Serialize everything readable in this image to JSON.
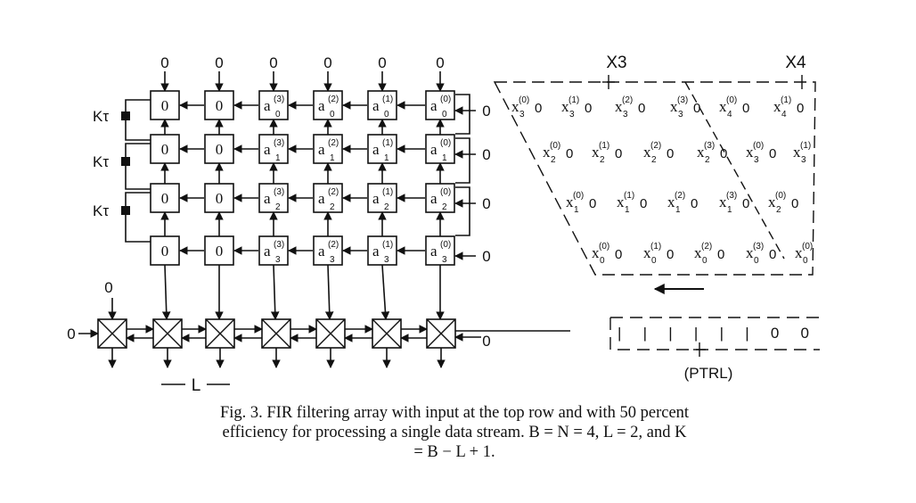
{
  "diagram": {
    "top_outputs": [
      "0",
      "0",
      "0",
      "0",
      "0",
      "0"
    ],
    "k_tau_labels": [
      "Kτ",
      "Kτ",
      "Kτ"
    ],
    "array_cells": [
      [
        "0",
        "0",
        "a(3)0",
        "a(2)0",
        "a(1)0",
        "a(0)0"
      ],
      [
        "0",
        "0",
        "a(3)1",
        "a(2)1",
        "a(1)1",
        "a(0)1"
      ],
      [
        "0",
        "0",
        "a(3)2",
        "a(2)2",
        "a(1)2",
        "a(0)2"
      ],
      [
        "0",
        "0",
        "a(3)3",
        "a(2)3",
        "a(1)3",
        "a(0)3"
      ]
    ],
    "row_right_inputs": [
      "0",
      "0",
      "0",
      "0"
    ],
    "pe_row": {
      "count": 7,
      "left_input": "0",
      "top_input": "0",
      "right_input": "0"
    },
    "l_label": "L",
    "x_labels": {
      "x3": "X3",
      "x4": "X4"
    },
    "x_stream_rows": [
      [
        "x3(0)0",
        "x3(1)0",
        "x3(2)0",
        "x3(3)0",
        "x4(0)0",
        "x4(1)0"
      ],
      [
        "x2(0)0",
        "x2(1)0",
        "x2(2)0",
        "x2(3)0",
        "x3(0)0",
        "x3(1)"
      ],
      [
        "x1(0)0",
        "x1(1)0",
        "x1(2)0",
        "x1(3)0",
        "x2(0)0"
      ],
      [
        "x0(0)0",
        "x0(1)0",
        "x0(2)0",
        "x0(3)0",
        "x0(0)"
      ]
    ],
    "ptrl_pattern": "| | | | | | 0 0",
    "ptrl_label": "(PTRL)"
  },
  "caption": {
    "line1": "Fig. 3.  FIR filtering array with input at the top row and with 50 percent",
    "line2": "efficiency for processing a single data stream. B = N = 4, L = 2, and K",
    "line3": "= B − L + 1."
  }
}
